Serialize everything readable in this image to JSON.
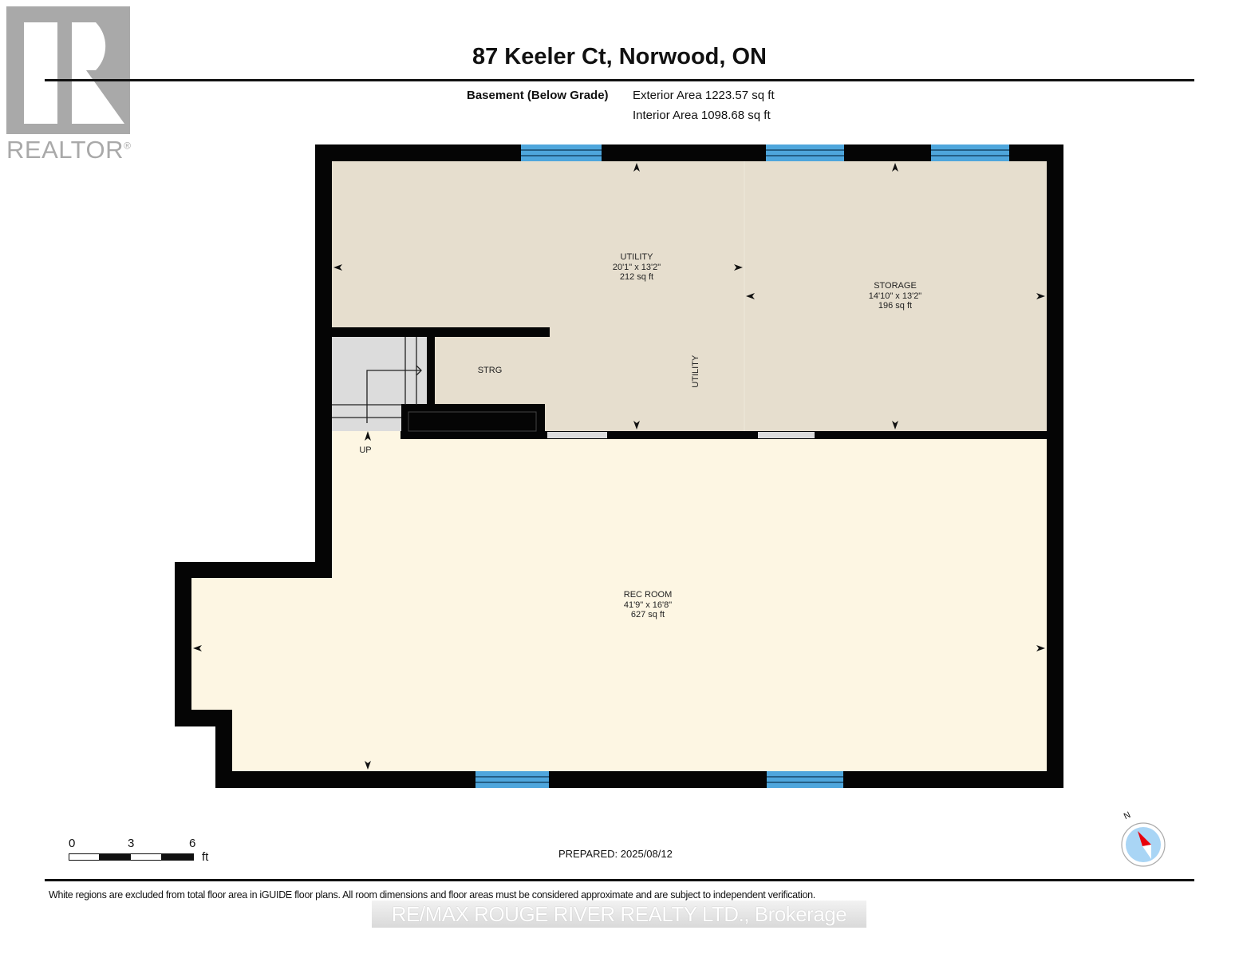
{
  "logo": {
    "brand": "REALTOR",
    "registered_mark": "®"
  },
  "header": {
    "title": "87 Keeler Ct, Norwood, ON",
    "floor_name": "Basement (Below Grade)",
    "exterior_area": "Exterior Area 1223.57 sq ft",
    "interior_area": "Interior Area 1098.68 sq ft"
  },
  "rooms": [
    {
      "name": "UTILITY",
      "dims": "20'1\" x 13'2\"",
      "area": "212 sq ft"
    },
    {
      "name": "STORAGE",
      "dims": "14'10\" x 13'2\"",
      "area": "196 sq ft"
    },
    {
      "name": "REC ROOM",
      "dims": "41'9\" x 16'8\"",
      "area": "627 sq ft"
    }
  ],
  "small_labels": {
    "strg": "STRG",
    "utility_vertical": "UTILITY",
    "stairs": "UP"
  },
  "colors": {
    "wall": "#050505",
    "window": "#4ea6dc",
    "utility_fill": "#e6dece",
    "rec_fill": "#fdf6e3",
    "stairs_fill": "#dcdcdc",
    "door_gap": "#dcdcdc",
    "logo_gray": "#a9a9a9",
    "compass_fill": "#a9d5f5",
    "compass_needle": "#e8000b"
  },
  "scale_bar": {
    "ticks": [
      "0",
      "3",
      "6"
    ],
    "unit": "ft"
  },
  "compass": {
    "label": "N"
  },
  "footer": {
    "prepared": "PREPARED: 2025/08/12",
    "disclaimer": "White regions are excluded from total floor area in iGUIDE floor plans. All room dimensions and floor areas must be considered approximate and are subject to independent verification.",
    "brokerage": "RE/MAX ROUGE RIVER REALTY LTD., Brokerage"
  }
}
